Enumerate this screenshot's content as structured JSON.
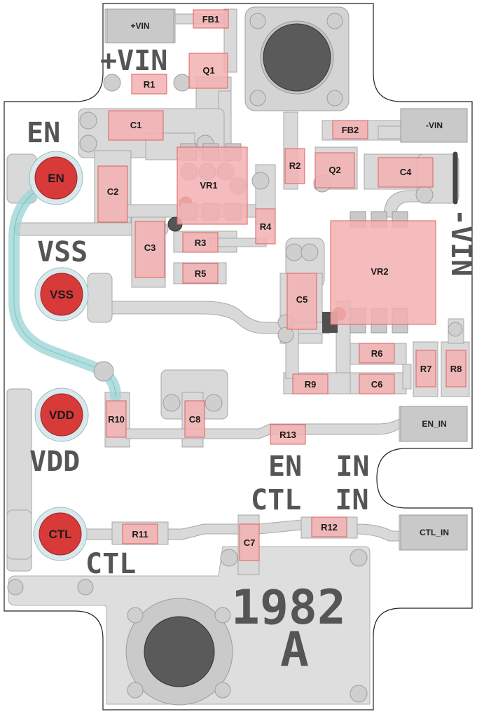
{
  "board": {
    "silkscreen": {
      "vin_plus": "+VIN",
      "en": "EN",
      "vss": "VSS",
      "vdd": "VDD",
      "ctl": "CTL",
      "vin_minus": "-VIN",
      "en_in": "EN  IN",
      "ctl_in": "CTL  IN",
      "board_number": "1982",
      "revision": "A"
    },
    "test_points": {
      "en": "EN",
      "vss": "VSS",
      "vdd": "VDD",
      "ctl": "CTL"
    },
    "pads": {
      "vin_plus": "+VIN",
      "vin_minus": "-VIN",
      "en_in": "EN_IN",
      "ctl_in": "CTL_IN"
    },
    "components": {
      "fb1": "FB1",
      "fb2": "FB2",
      "q1": "Q1",
      "q2": "Q2",
      "r1": "R1",
      "r2": "R2",
      "r3": "R3",
      "r4": "R4",
      "r5": "R5",
      "r6": "R6",
      "r7": "R7",
      "r8": "R8",
      "r9": "R9",
      "r10": "R10",
      "r11": "R11",
      "r12": "R12",
      "r13": "R13",
      "c1": "C1",
      "c2": "C2",
      "c3": "C3",
      "c4": "C4",
      "c5": "C5",
      "c6": "C6",
      "c7": "C7",
      "c8": "C8",
      "vr1": "VR1",
      "vr2": "VR2"
    },
    "colors": {
      "component_fill": "#f2b0b0",
      "component_stroke": "#e06060",
      "test_point": "#d83a3a",
      "copper": "#d4d4d4",
      "mount_hole": "#5a5a5a",
      "flex_trace": "#9fd6d6"
    }
  }
}
